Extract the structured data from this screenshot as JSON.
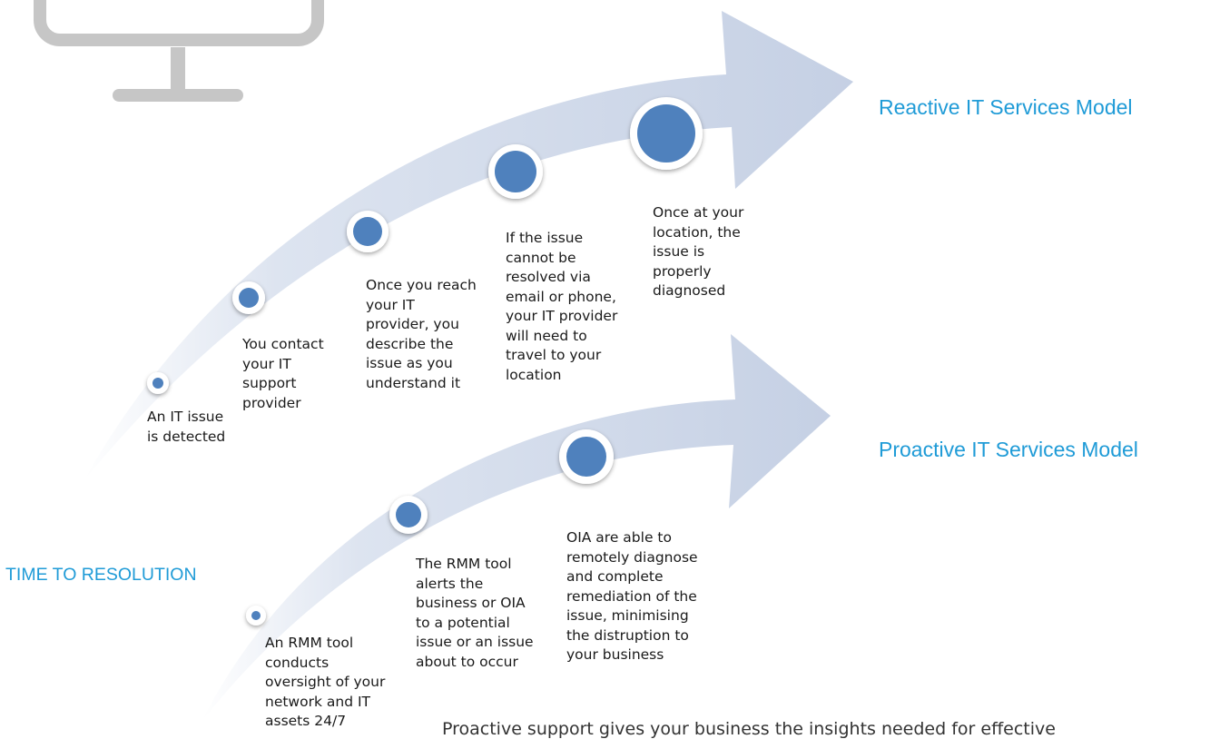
{
  "colors": {
    "accent": "#1f9bd7",
    "arrow_fill": "#c9d3e6",
    "node_fill": "#4f81bd",
    "node_ring": "#ffffff",
    "monitor": "#c6c6c6"
  },
  "icons": [
    "monitor-icon"
  ],
  "reactive": {
    "title": "Reactive IT Services Model",
    "steps": [
      "An IT issue\nis detected",
      "You contact\nyour IT\nsupport\nprovider",
      "Once you reach\nyour IT\nprovider, you\ndescribe the\nissue as you\nunderstand it",
      "If the issue\ncannot be\nresolved via\nemail or phone,\nyour IT provider\nwill need to\ntravel to your\nlocation",
      "Once at your\nlocation, the\nissue is\nproperly\ndiagnosed"
    ]
  },
  "proactive": {
    "title": "Proactive IT Services Model",
    "steps": [
      "An RMM tool\nconducts\noversight of your\nnetwork and IT\nassets 24/7",
      "The RMM tool\nalerts the\nbusiness or OIA\nto a potential\nissue or an issue\nabout to occur",
      "OIA are able to\nremotely diagnose\nand complete\nremediation of the\nissue, minimising\nthe distruption to\nyour business"
    ]
  },
  "axis_label": "TIME TO RESOLUTION",
  "footer": "Proactive support gives your business the insights needed for effective"
}
